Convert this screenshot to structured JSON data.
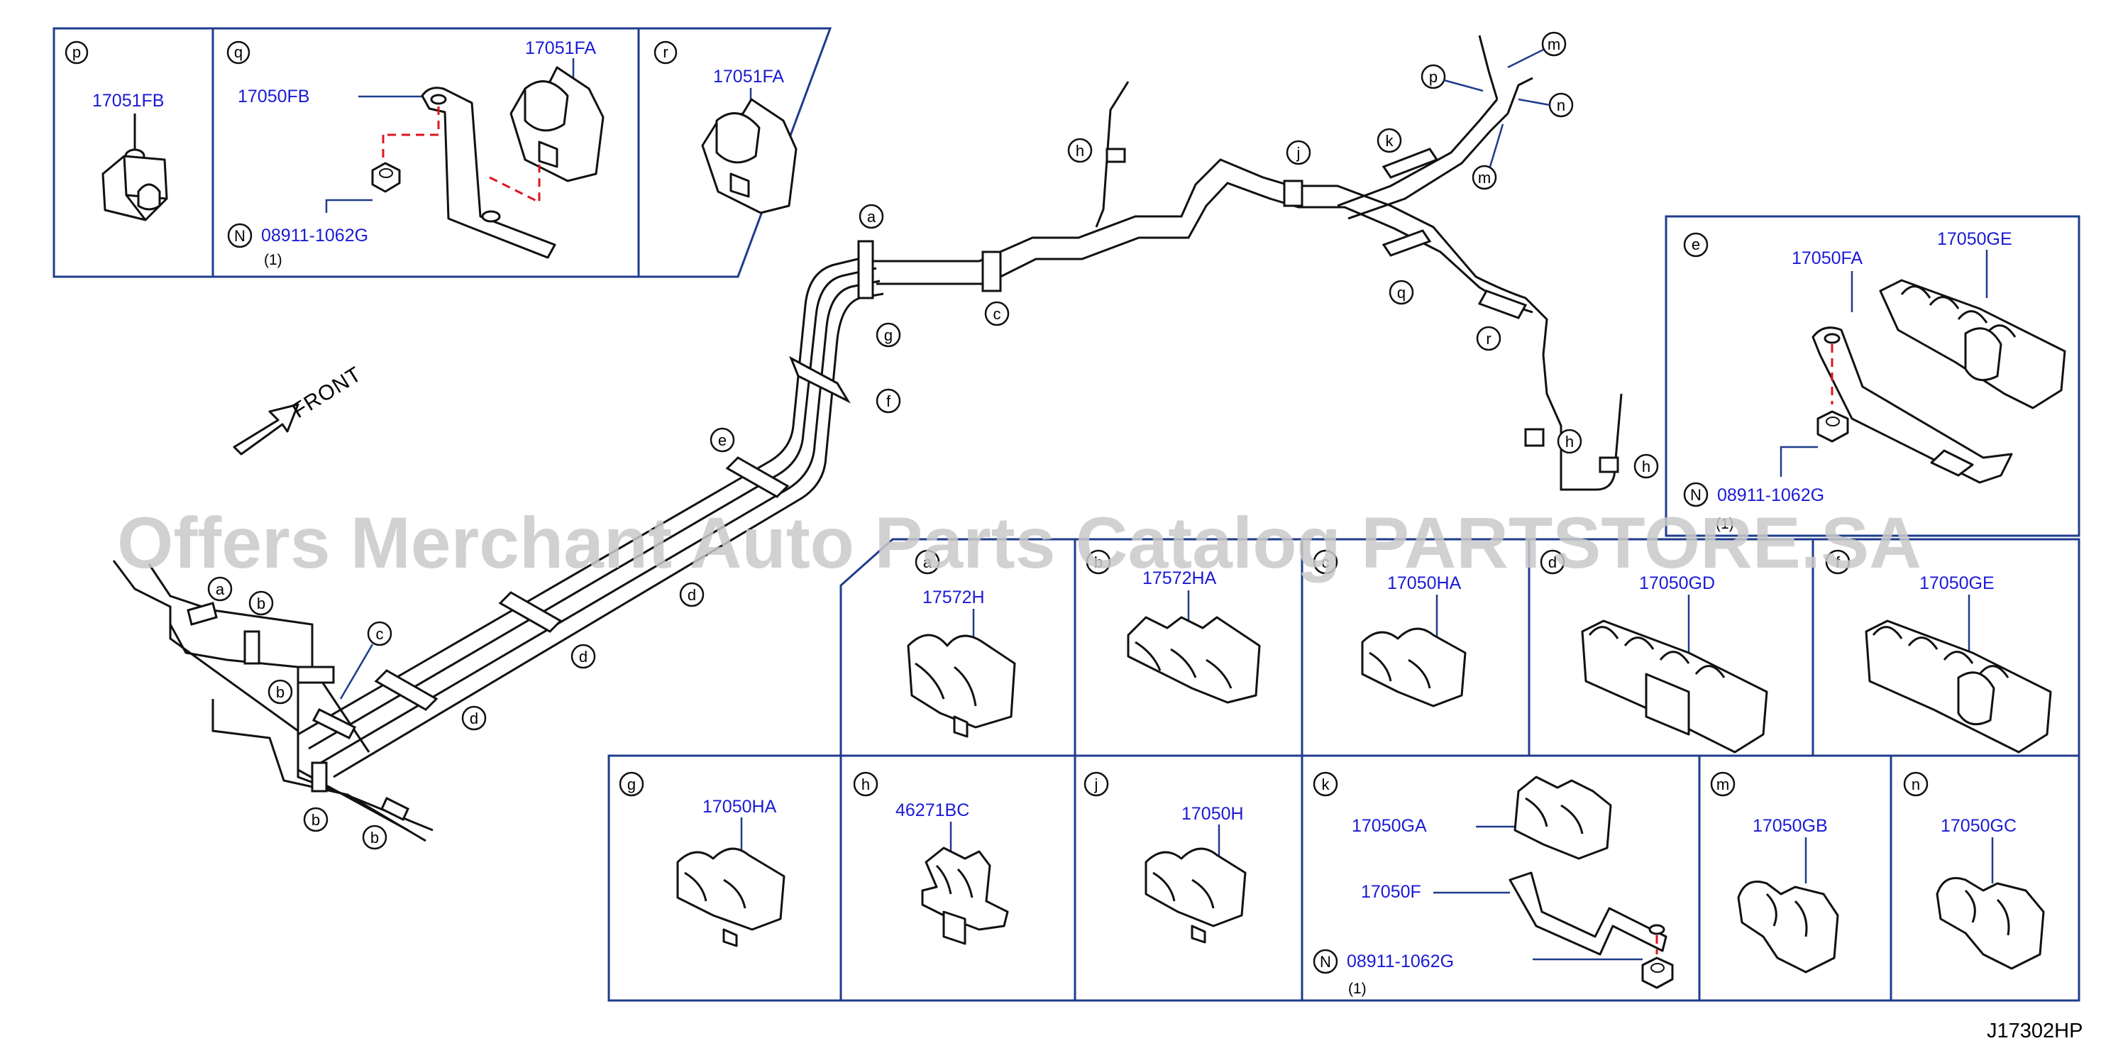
{
  "diagram": {
    "code": "J17302HP",
    "front_label": "FRONT",
    "watermark": "Offers Merchant Auto Parts Catalog PARTSTORE.SA"
  },
  "panels": {
    "p": {
      "letter": "p",
      "parts": [
        "17051FB"
      ]
    },
    "q": {
      "letter": "q",
      "parts": [
        "17051FA",
        "17050FB"
      ],
      "nut": "08911-1062G",
      "nut_symbol": "N",
      "qty": "(1)"
    },
    "r": {
      "letter": "r",
      "parts": [
        "17051FA"
      ]
    },
    "e": {
      "letter": "e",
      "parts": [
        "17050FA",
        "17050GE"
      ],
      "nut": "08911-1062G",
      "nut_symbol": "N",
      "qty": "(1)"
    },
    "a": {
      "letter": "a",
      "parts": [
        "17572H"
      ]
    },
    "b": {
      "letter": "b",
      "parts": [
        "17572HA"
      ]
    },
    "c": {
      "letter": "c",
      "parts": [
        "17050HA"
      ]
    },
    "d": {
      "letter": "d",
      "parts": [
        "17050GD"
      ]
    },
    "f": {
      "letter": "f",
      "parts": [
        "17050GE"
      ]
    },
    "g": {
      "letter": "g",
      "parts": [
        "17050HA"
      ]
    },
    "h": {
      "letter": "h",
      "parts": [
        "46271BC"
      ]
    },
    "j": {
      "letter": "j",
      "parts": [
        "17050H"
      ]
    },
    "k": {
      "letter": "k",
      "parts": [
        "17050GA",
        "17050F"
      ],
      "nut": "08911-1062G",
      "nut_symbol": "N",
      "qty": "(1)"
    },
    "m": {
      "letter": "m",
      "parts": [
        "17050GB"
      ]
    },
    "n": {
      "letter": "n",
      "parts": [
        "17050GC"
      ]
    }
  },
  "callouts": [
    "a",
    "b",
    "b",
    "b",
    "b",
    "c",
    "c",
    "d",
    "d",
    "d",
    "e",
    "f",
    "g",
    "a",
    "h",
    "h",
    "h",
    "j",
    "k",
    "q",
    "r",
    "p",
    "m",
    "m",
    "n"
  ]
}
